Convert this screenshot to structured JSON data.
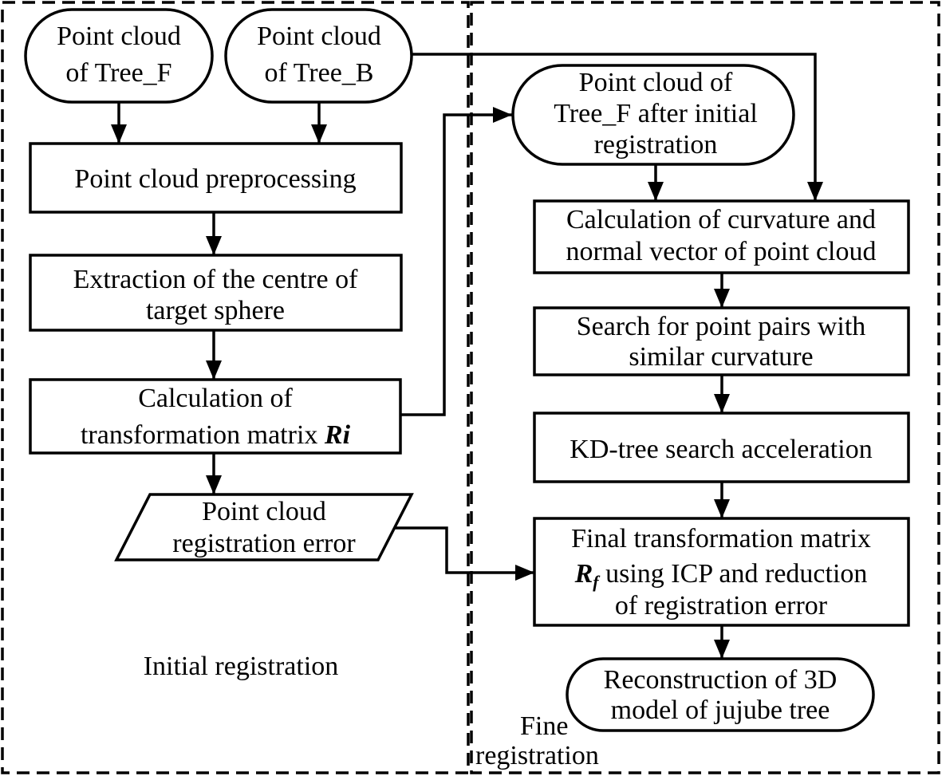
{
  "regions": {
    "initial": {
      "label": "Initial registration"
    },
    "fine": {
      "label_line1": "Fine",
      "label_line2": "registration"
    }
  },
  "nodes": {
    "tree_f": {
      "line1": "Point cloud",
      "line2": "of Tree_F"
    },
    "tree_b": {
      "line1": "Point cloud",
      "line2": "of Tree_B"
    },
    "preprocessing": {
      "line1": "Point cloud preprocessing"
    },
    "extraction": {
      "line1": "Extraction of the centre of",
      "line2": "target sphere"
    },
    "transform": {
      "line1": "Calculation of",
      "line2_text": "transformation matrix ",
      "line2_symbol": "Ri"
    },
    "error": {
      "line1": "Point cloud",
      "line2": "registration error"
    },
    "after_initial": {
      "line1": "Point cloud of",
      "line2": "Tree_F after initial",
      "line3": "registration"
    },
    "curvature": {
      "line1": "Calculation of curvature and",
      "line2": "normal vector of point cloud"
    },
    "search_pairs": {
      "line1": "Search for point pairs with",
      "line2": "similar curvature"
    },
    "kdtree": {
      "line1": "KD-tree search acceleration"
    },
    "final": {
      "line1": "Final transformation matrix",
      "line2_symbol": "R",
      "line2_subscript": "f",
      "line2_text": " using ICP and reduction",
      "line3": "of registration error"
    },
    "reconstruction": {
      "line1": "Reconstruction of 3D",
      "line2": "model of jujube tree"
    }
  }
}
